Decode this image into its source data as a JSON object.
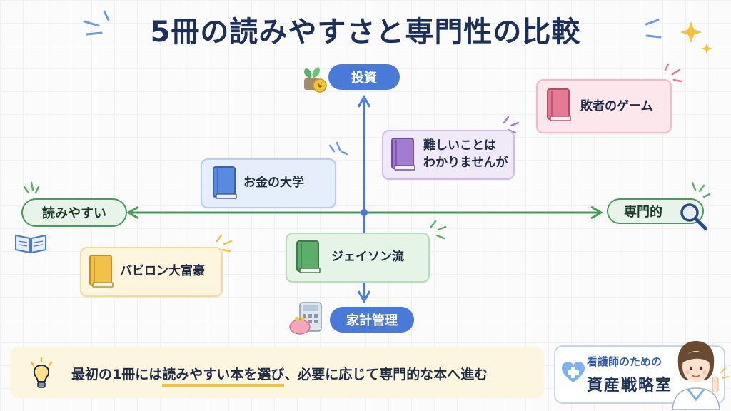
{
  "title": "5冊の読みやすさと専門性の比較",
  "axes": {
    "top": "投資",
    "bottom": "家計管理",
    "left": "読みやすい",
    "right": "専門的"
  },
  "books": [
    {
      "name": "お金の大学",
      "color": "#5a8ae0"
    },
    {
      "name_line1": "難しいことは",
      "name_line2": "わかりませんが",
      "color": "#a27cd0"
    },
    {
      "name": "敗者のゲーム",
      "color": "#e47b96"
    },
    {
      "name": "ジェイソン流",
      "color": "#5caf6a"
    },
    {
      "name": "バビロン大富豪",
      "color": "#f0c24a"
    }
  ],
  "tip": {
    "text_before": "最初の1冊には",
    "text_highlight": "読みやすい本を選び",
    "text_after": "、必要に応じて専門的な本へ進む"
  },
  "brand": {
    "line1": "看護師のための",
    "line2": "資産戦略室"
  },
  "icons": [
    "plant-coin-icon",
    "calculator-purse-icon",
    "open-book-icon",
    "magnifier-icon",
    "lightbulb-icon",
    "medical-cross-heart-icon",
    "nurse-avatar"
  ]
}
